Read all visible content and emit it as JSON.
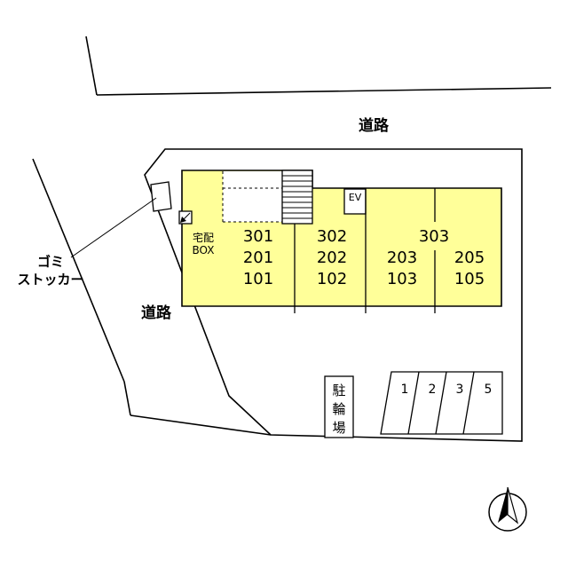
{
  "colors": {
    "room_fill": "#FFFF99",
    "line": "#000000",
    "background": "#FFFFFF"
  },
  "roads": {
    "top": "道路",
    "left": "道路"
  },
  "facilities": {
    "garbage_stocker_lines": [
      "ゴミ",
      "ストッカー"
    ],
    "delivery_box_lines": [
      "宅配",
      "BOX"
    ],
    "elevator": "EV",
    "bicycle_parking_chars": [
      "駐",
      "輪",
      "場"
    ]
  },
  "rooms": {
    "stack1": [
      "301",
      "201",
      "101"
    ],
    "stack2": [
      "302",
      "202",
      "102"
    ],
    "unit_303": "303",
    "stack3": [
      "203",
      "103"
    ],
    "stack4": [
      "205",
      "105"
    ]
  },
  "parking_spaces": [
    "1",
    "2",
    "3",
    "5"
  ]
}
